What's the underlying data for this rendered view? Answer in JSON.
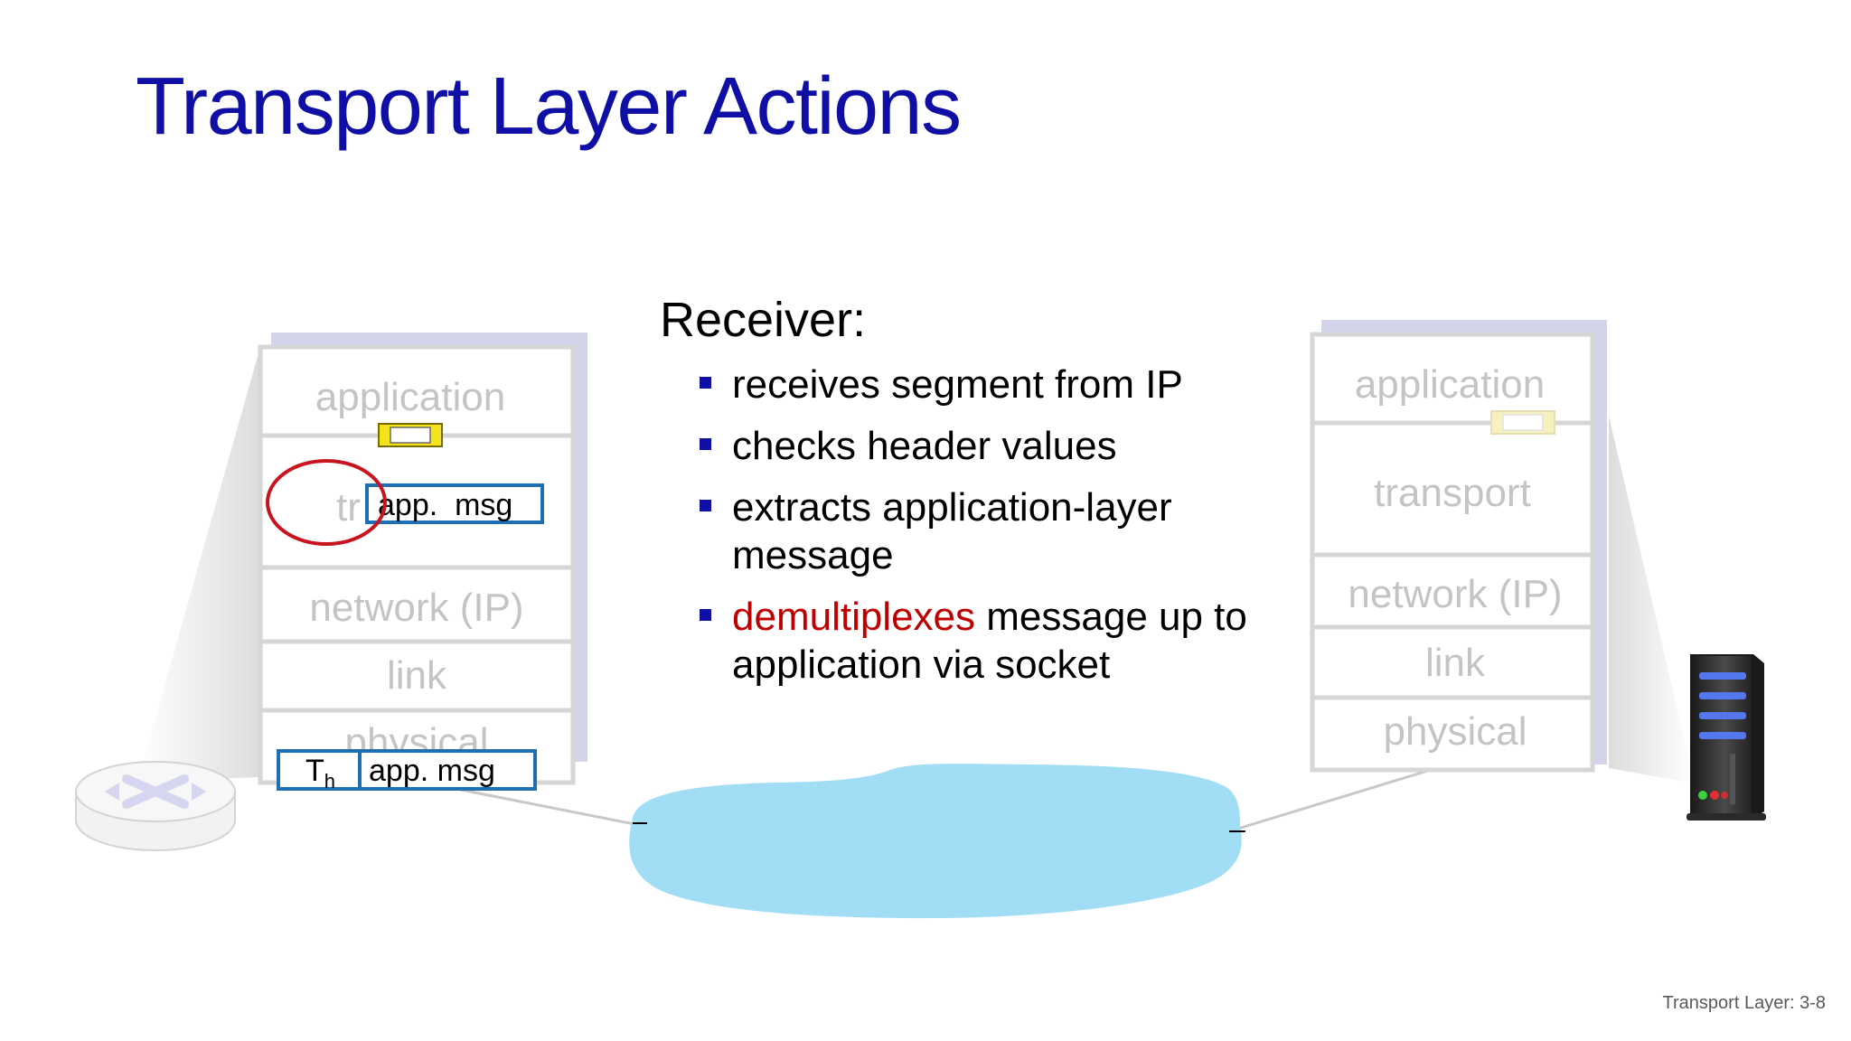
{
  "slide": {
    "title": "Transport Layer Actions",
    "footer": "Transport Layer: 3-8"
  },
  "receiver": {
    "heading": "Receiver:",
    "bullets": [
      {
        "pre": "",
        "highlight": "",
        "post": "receives segment from IP"
      },
      {
        "pre": "",
        "highlight": "",
        "post": "checks header values"
      },
      {
        "pre": "",
        "highlight": "",
        "post": "extracts application-layer message"
      },
      {
        "pre": "",
        "highlight": "demultiplexes",
        "post": " message up to application via socket"
      }
    ]
  },
  "left_stack": {
    "layers": [
      "application",
      "transport",
      "network (IP)",
      "link",
      "physical"
    ],
    "transport_visible_text": "tr",
    "message": "app.  msg",
    "segment_header": "T",
    "segment_header_sub": "h",
    "segment_payload": "app. msg"
  },
  "right_stack": {
    "layers": [
      "application",
      "transport",
      "network (IP)",
      "link",
      "physical"
    ]
  },
  "icons": {
    "router": "router-icon",
    "server": "server-icon",
    "network": "network-cloud-icon",
    "socket": "socket-icon"
  },
  "colors": {
    "title": "#0f0fa6",
    "highlight": "#c00000",
    "bullet": "#0f0fa6",
    "cloud": "#a1def6",
    "message_border": "#1f6fb4",
    "circle": "#c8141e",
    "socket_active": "#f2e31b",
    "socket_faded": "#f7f1c0"
  }
}
